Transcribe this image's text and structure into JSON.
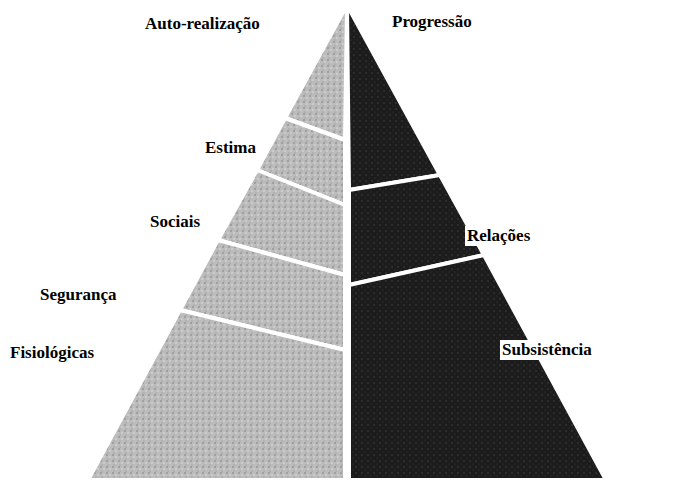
{
  "diagram": {
    "nodes": [
      {
        "text": [
          "Auto-realização"
        ]
      },
      {
        "text": [
          "Estima"
        ]
      },
      {
        "text": [
          "Sociais"
        ]
      },
      {
        "text": [
          "Segurança"
        ]
      },
      {
        "text": [
          "Fisiológicas"
        ]
      },
      {
        "text": [
          "Progressão"
        ]
      },
      {
        "text": [
          "Relações"
        ]
      },
      {
        "text": [
          "Subsistência"
        ]
      }
    ]
  }
}
